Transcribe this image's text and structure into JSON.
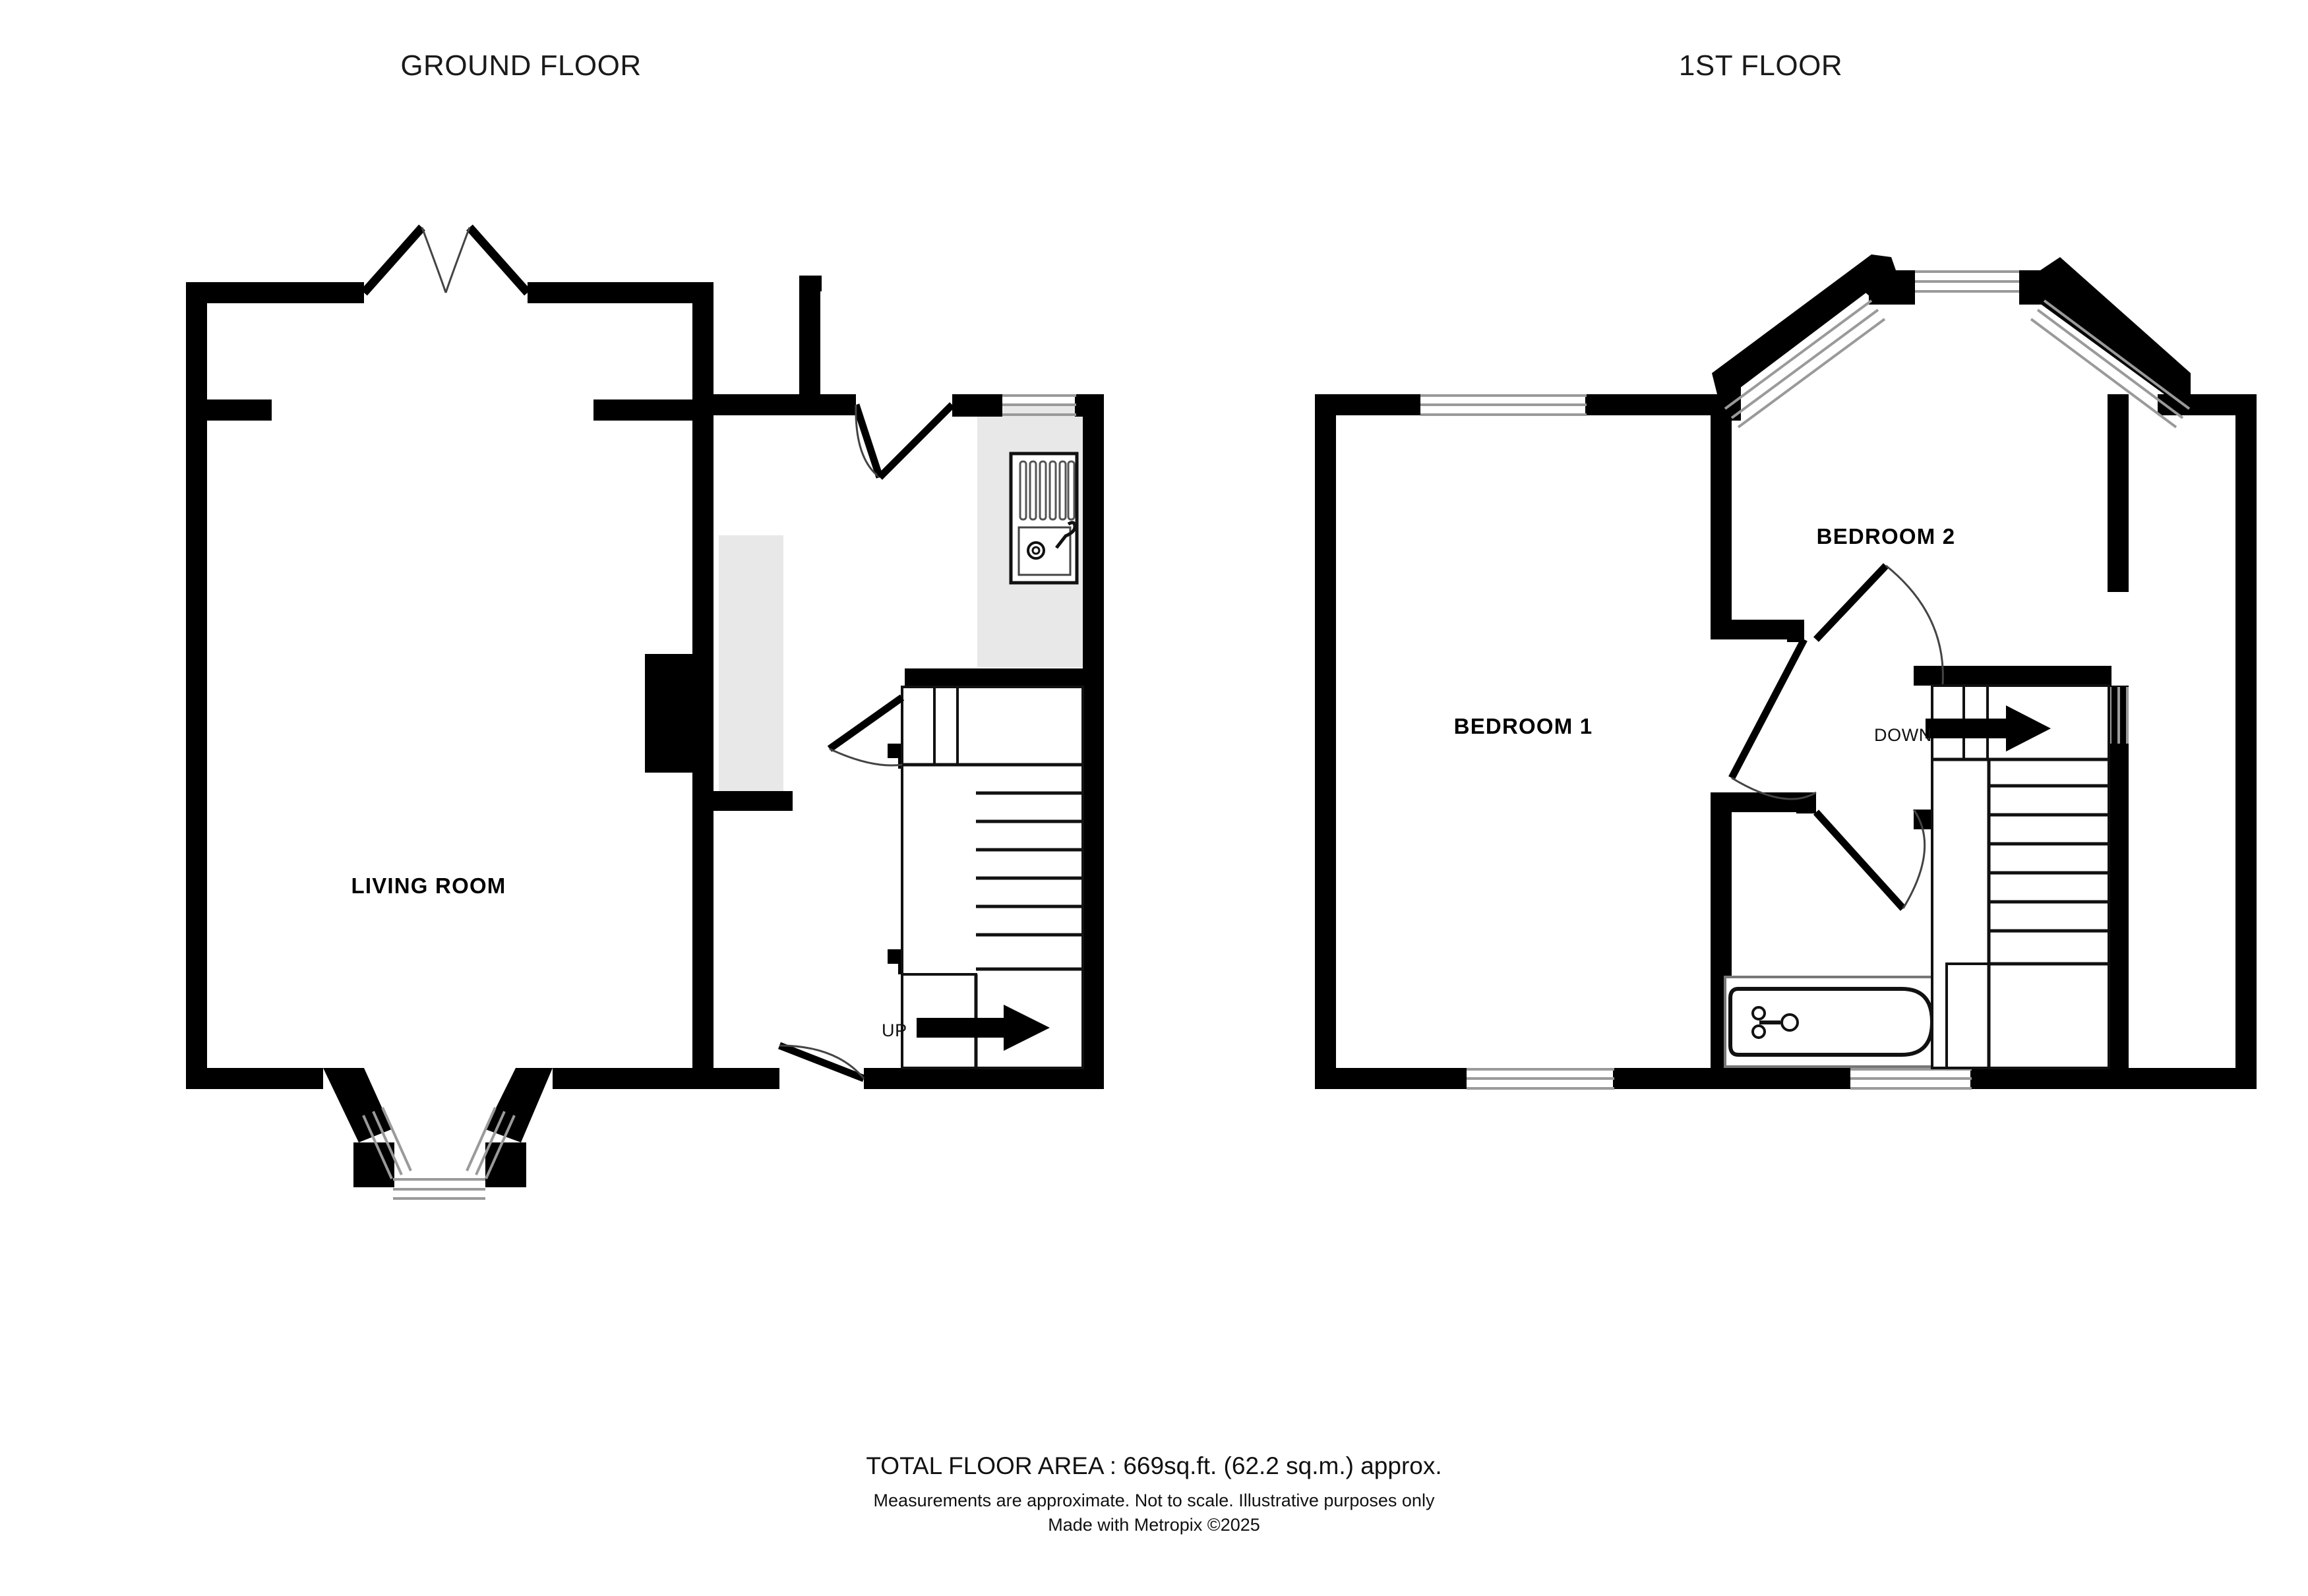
{
  "document": {
    "type": "floor-plan",
    "background_color": "#ffffff",
    "wall_color": "#000000",
    "hall_fill_color": "#e8e8e8",
    "window_line_color": "#9a9a9a"
  },
  "floors": [
    {
      "id": "ground",
      "title": "GROUND FLOOR",
      "rooms": [
        {
          "id": "living-room",
          "label": "LIVING ROOM"
        }
      ],
      "stair_indicator": {
        "label": "UP",
        "direction": "right",
        "icon": "arrow-right-icon"
      },
      "fixtures": [
        {
          "id": "kitchen-sink",
          "icon": "sink-icon"
        },
        {
          "id": "chimney-breast",
          "icon": "chimney-icon"
        },
        {
          "id": "staircase",
          "icon": "stairs-icon"
        }
      ],
      "openings": [
        {
          "id": "front-double-doors",
          "icon": "double-door-icon"
        },
        {
          "id": "living-room-door",
          "icon": "door-swing-icon"
        },
        {
          "id": "hall-door",
          "icon": "door-swing-icon"
        },
        {
          "id": "understairs-door",
          "icon": "door-swing-icon"
        },
        {
          "id": "bay-window",
          "icon": "bay-window-icon"
        },
        {
          "id": "kitchen-window",
          "icon": "window-icon"
        }
      ]
    },
    {
      "id": "first",
      "title": "1ST FLOOR",
      "rooms": [
        {
          "id": "bedroom-1",
          "label": "BEDROOM 1"
        },
        {
          "id": "bedroom-2",
          "label": "BEDROOM 2"
        }
      ],
      "stair_indicator": {
        "label": "DOWN",
        "direction": "right",
        "icon": "arrow-right-icon"
      },
      "fixtures": [
        {
          "id": "bath",
          "icon": "bathtub-icon"
        },
        {
          "id": "staircase",
          "icon": "stairs-icon"
        }
      ],
      "openings": [
        {
          "id": "bedroom-1-door",
          "icon": "door-swing-icon"
        },
        {
          "id": "bedroom-2-door",
          "icon": "door-swing-icon"
        },
        {
          "id": "bathroom-door",
          "icon": "door-swing-icon"
        },
        {
          "id": "bay-window",
          "icon": "bay-window-icon"
        },
        {
          "id": "bedroom-1-front-window",
          "icon": "window-icon"
        },
        {
          "id": "bedroom-1-rear-window",
          "icon": "window-icon"
        },
        {
          "id": "landing-window",
          "icon": "window-icon"
        },
        {
          "id": "bathroom-window",
          "icon": "window-icon"
        }
      ]
    }
  ],
  "footer": {
    "total_area": "TOTAL FLOOR AREA : 669sq.ft. (62.2 sq.m.) approx.",
    "disclaimer": "Measurements are approximate.  Not to scale.  Illustrative purposes only",
    "credit": "Made with Metropix ©2025"
  }
}
